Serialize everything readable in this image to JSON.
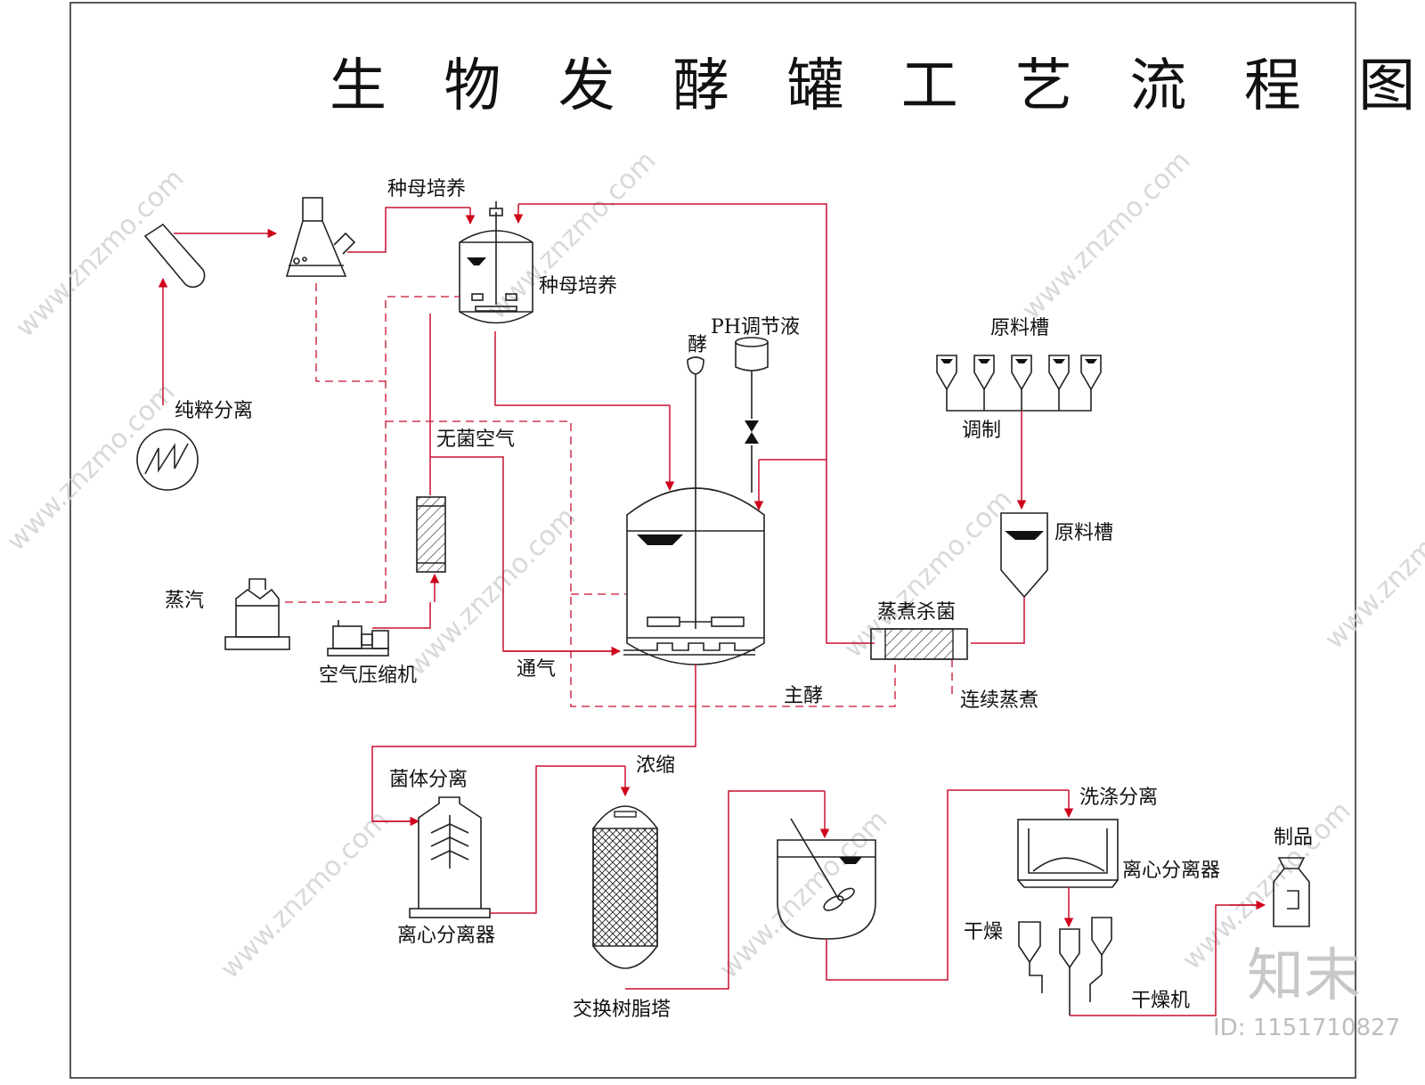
{
  "title": "生 物 发 酵 罐 工 艺 流 程 图",
  "labels": {
    "seed_culture_top": "种母培养",
    "seed_culture_right": "种母培养",
    "pure_separation": "纯粹分离",
    "ph_solution": "PH调节液",
    "enzyme": "酵",
    "raw_tank_group": "原料槽",
    "prepare": "调制",
    "raw_tank": "原料槽",
    "sterile_air": "无菌空气",
    "steam": "蒸汽",
    "air_compressor": "空气压缩机",
    "aeration": "通气",
    "cook_sterilize": "蒸煮杀菌",
    "main_ferment": "主酵",
    "continuous_cook": "连续蒸煮",
    "biomass_separation": "菌体分离",
    "concentrate": "浓缩",
    "centrifuge_left": "离心分离器",
    "ion_exchange": "交换树脂塔",
    "wash_separation": "洗涤分离",
    "centrifuge_right": "离心分离器",
    "dry": "干燥",
    "dryer": "干燥机",
    "product": "制品"
  },
  "watermark": {
    "site": "www.znzmo.com",
    "brand": "知末",
    "id": "ID: 1151710827"
  },
  "colors": {
    "line": "#222222",
    "flow": "#c8102e",
    "arrow": "#d0021b",
    "dashed": "#c8102e",
    "fill_dark": "#111111"
  }
}
